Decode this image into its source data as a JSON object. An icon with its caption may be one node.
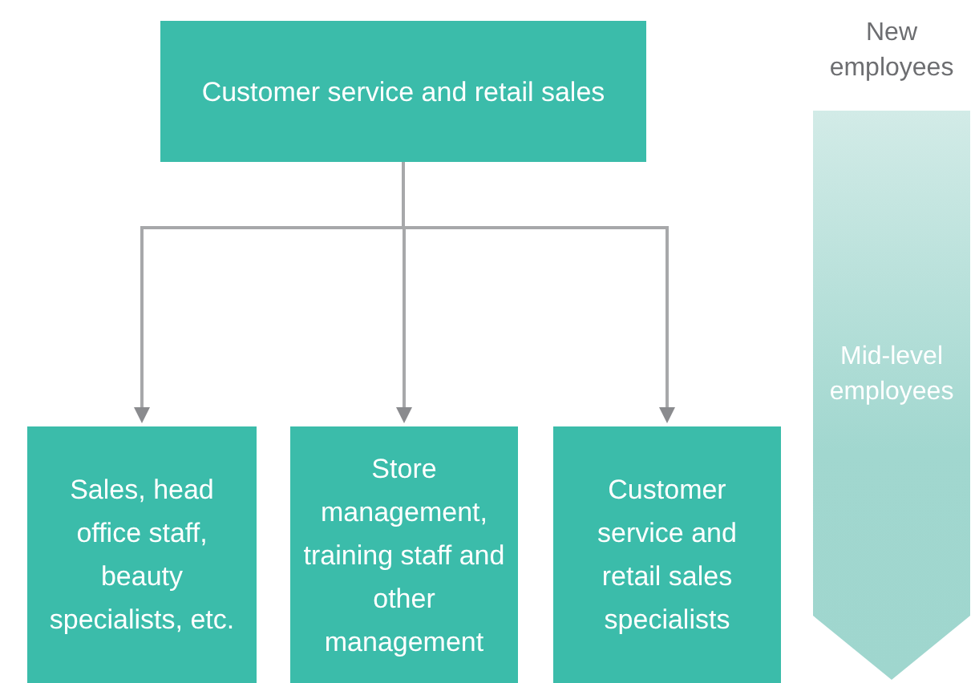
{
  "diagram": {
    "nodes": [
      {
        "text": [
          "Customer service and retail sales"
        ]
      },
      {
        "text": [
          "Sales, head office staff, beauty specialists, etc."
        ]
      },
      {
        "text": [
          "Store management, training staff and other management"
        ]
      },
      {
        "text": [
          "Customer service and retail sales specialists"
        ]
      },
      {
        "text": [
          "New employees",
          "Mid-level employees"
        ]
      }
    ],
    "edges": [
      {
        "from": 0,
        "to": 1,
        "arrow": "to"
      },
      {
        "from": 0,
        "to": 2,
        "arrow": "to"
      },
      {
        "from": 0,
        "to": 3,
        "arrow": "to"
      }
    ]
  }
}
